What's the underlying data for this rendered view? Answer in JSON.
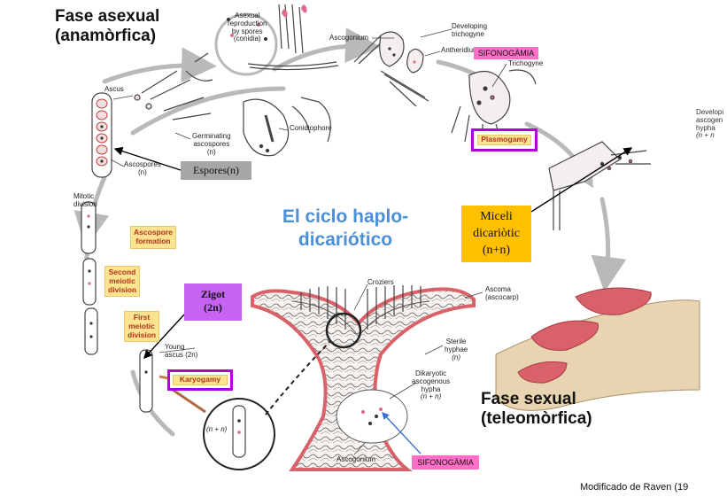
{
  "phases": {
    "asexual_title_line1": "Fase asexual",
    "asexual_title_line2": "(anamòrfica)",
    "sexual_title_line1": "Fase sexual",
    "sexual_title_line2": "(teleomòrfica)"
  },
  "center_title": {
    "line1": "El ciclo haplo-",
    "line2": "dicariótico",
    "color": "#4a8fd8"
  },
  "labels": {
    "asexual_repro_1": "Asexual",
    "asexual_repro_2": "reproduction",
    "asexual_repro_3": "by spores",
    "asexual_repro_4": "(conidia)",
    "ascogonium_top": "Ascogonium",
    "developing_trichogyne_1": "Developing",
    "developing_trichogyne_2": "trichogyne",
    "antheridium": "Antheridium",
    "trichogyne": "Trichogyne",
    "ascus": "Ascus",
    "germinating_1": "Germinating",
    "germinating_2": "ascospores",
    "germinating_3": "(n)",
    "conidiophore": "Conidiophore",
    "ascospores_1": "Ascospores",
    "ascospores_2": "(n)",
    "mitotic_1": "Mitotic",
    "mitotic_2": "division",
    "developing_asc_1": "Developi",
    "developing_asc_2": "ascogen",
    "developing_asc_3": "hypha",
    "developing_asc_4": "(n + n",
    "croziers": "Croziers",
    "ascoma_1": "Ascoma",
    "ascoma_2": "(ascocarp)",
    "sterile_1": "Sterile",
    "sterile_2": "hyphae",
    "sterile_3": "(n)",
    "young_ascus_1": "Young",
    "young_ascus_2": "ascus (2n)",
    "dikaryotic_1": "Dikaryotic",
    "dikaryotic_2": "ascogenous",
    "dikaryotic_3": "hypha",
    "dikaryotic_4": "(n + n)",
    "ascogonium_bottom": "Ascogonium",
    "n_plus_n": "(n + n)"
  },
  "stage_boxes": {
    "ascospore_formation_1": "Ascospore",
    "ascospore_formation_2": "formation",
    "second_meiotic_1": "Second",
    "second_meiotic_2": "meiotic",
    "second_meiotic_3": "division",
    "first_meiotic_1": "First",
    "first_meiotic_2": "meiotic",
    "first_meiotic_3": "division",
    "plasmogamy": "Plasmogamy",
    "karyogamy": "Karyogamy"
  },
  "callouts": {
    "sifonogamia_top": "SIFONOGÀMIA",
    "sifonogamia_bottom": "SIFONOGÀMIA",
    "espores": "Espores(n)",
    "miceli_1": "Miceli",
    "miceli_2": "dicariòtic",
    "miceli_3": "(n+n)",
    "zigot_1": "Zigot",
    "zigot_2": "(2n)"
  },
  "credit": "Modificado de Raven (19",
  "colors": {
    "cycle_arrow": "#b9b9b9",
    "magenta_box": "#ff6ec7",
    "gray_box": "#a6a6a6",
    "orange_box": "#ffc000",
    "violet_box": "#c464f0",
    "highlight_border": "#b000d8",
    "ascoma_pink": "#d9626a"
  }
}
